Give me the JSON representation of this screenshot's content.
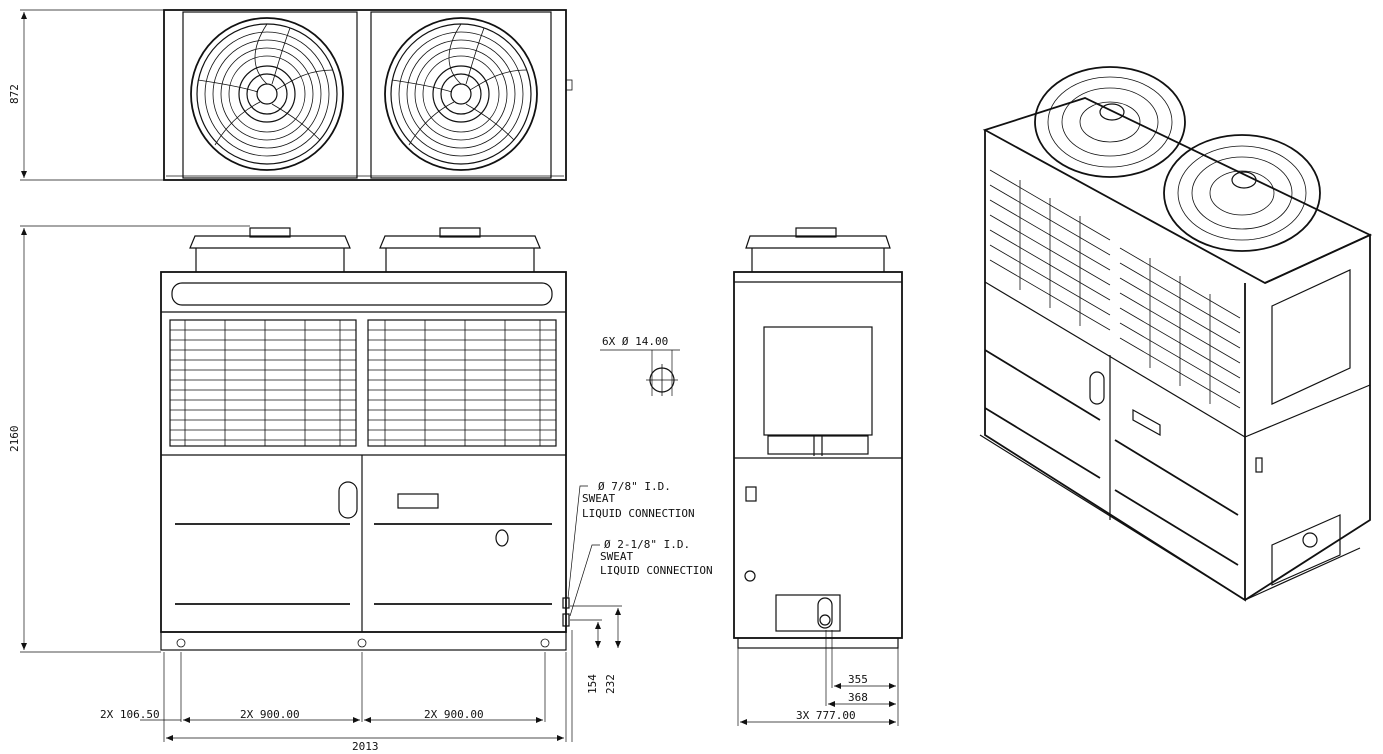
{
  "dimensions": {
    "top_height": "872",
    "overall_height": "2160",
    "hole_spec": "6X Ø 14.00",
    "bottom_left_offset": "2X 106.50",
    "fan_pitch_left": "2X 900.00",
    "fan_pitch_right": "2X 900.00",
    "overall_width": "2013",
    "conn_height_low": "154",
    "conn_height_high": "232",
    "side_355": "355",
    "side_368": "368",
    "side_width": "3X 777.00"
  },
  "callouts": {
    "liquid": [
      "Ø 7/8\" I.D.",
      "SWEAT",
      "LIQUID CONNECTION"
    ],
    "suction": [
      "Ø 2-1/8\" I.D.",
      "SWEAT",
      "LIQUID CONNECTION"
    ]
  }
}
